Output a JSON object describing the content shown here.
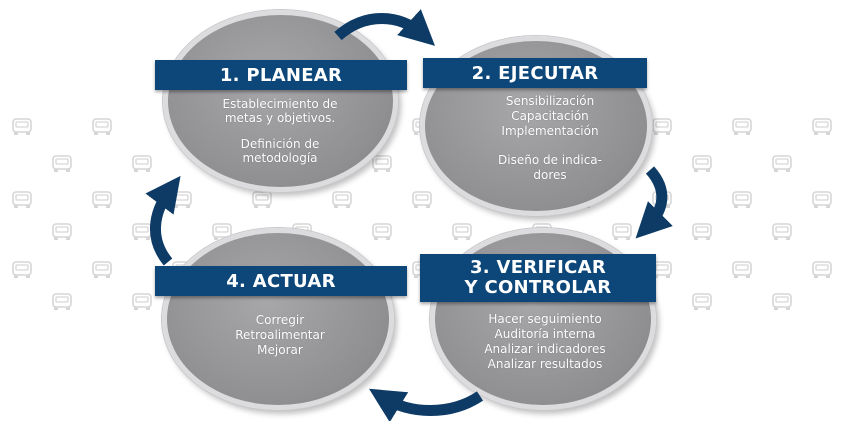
{
  "colors": {
    "banner": "#0d4779",
    "arrow": "#0d3b66",
    "ellipse": "#979799",
    "pattern_icon": "#dcdcdc"
  },
  "background_icon": "car-icon",
  "steps": [
    {
      "title_lines": [
        "1. PLANEAR"
      ],
      "groups": [
        [
          "Establecimiento de",
          "metas y objetivos."
        ],
        [
          "Definición de",
          "metodología"
        ]
      ]
    },
    {
      "title_lines": [
        "2. EJECUTAR"
      ],
      "groups": [
        [
          "Sensibilización",
          "Capacitación",
          "Implementación"
        ],
        [
          "Diseño de indica-",
          "dores"
        ]
      ]
    },
    {
      "title_lines": [
        "3. VERIFICAR",
        "Y CONTROLAR"
      ],
      "groups": [
        [
          "Hacer seguimiento",
          "Auditoría interna",
          "Analizar indicadores",
          "Analizar resultados"
        ]
      ]
    },
    {
      "title_lines": [
        "4. ACTUAR"
      ],
      "groups": [
        [
          "Corregir",
          "Retroalimentar",
          "Mejorar"
        ]
      ]
    }
  ]
}
